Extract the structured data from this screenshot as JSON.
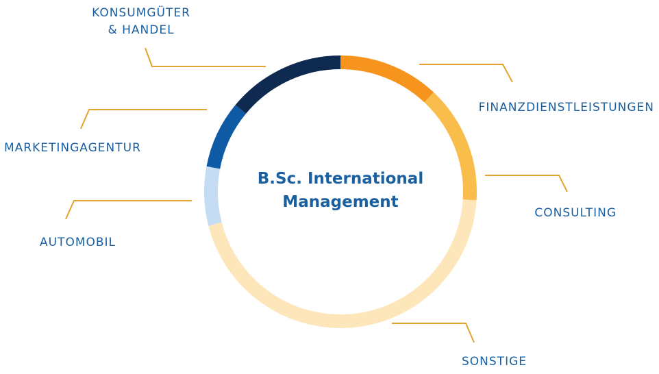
{
  "chart_data": {
    "type": "pie",
    "style": "donut",
    "center_title": [
      "B.Sc. International",
      "Management"
    ],
    "slices": [
      {
        "label": "FINANZDIENSTLEISTUNGEN",
        "value": 12,
        "color": "#f7941d"
      },
      {
        "label": "CONSULTING",
        "value": 14,
        "color": "#f9bd4b"
      },
      {
        "label": "SONSTIGE",
        "value": 45,
        "color": "#fde7ba"
      },
      {
        "label": "AUTOMOBIL",
        "value": 7,
        "color": "#c4dcf4"
      },
      {
        "label": "MARKETINGAGENTUR",
        "value": 8,
        "color": "#0f5aa5"
      },
      {
        "label": "KONSUMGÜTER & HANDEL",
        "label_lines": [
          "KONSUMGÜTER",
          "& HANDEL"
        ],
        "value": 14,
        "color": "#0e2a50"
      }
    ],
    "legend": "none",
    "grid": false
  }
}
